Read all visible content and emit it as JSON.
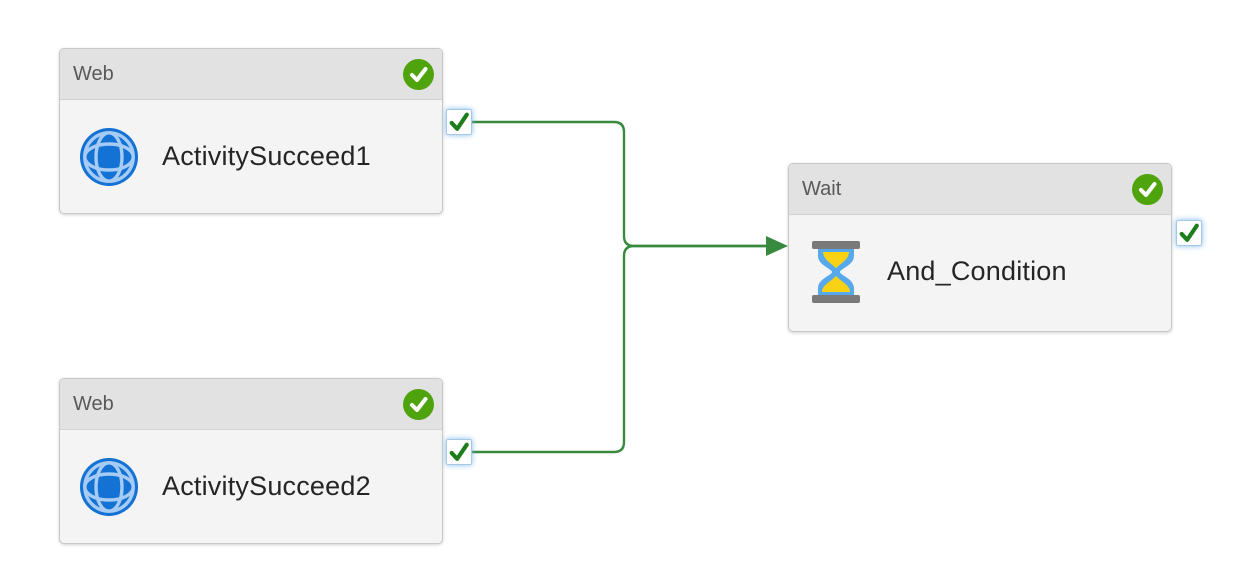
{
  "canvas": {
    "kind": "pipeline-designer",
    "background": "#ffffff"
  },
  "nodes": [
    {
      "type_label": "Web",
      "name": "ActivitySucceed1",
      "icon": "globe-icon",
      "status": "succeeded",
      "status_badge": "green-check"
    },
    {
      "type_label": "Web",
      "name": "ActivitySucceed2",
      "icon": "globe-icon",
      "status": "succeeded",
      "status_badge": "green-check"
    },
    {
      "type_label": "Wait",
      "name": "And_Condition",
      "icon": "hourglass-icon",
      "status": "succeeded",
      "status_badge": "green-check"
    }
  ],
  "ports": [
    {
      "node": "ActivitySucceed1",
      "type": "success-output",
      "icon": "checkmark-icon"
    },
    {
      "node": "ActivitySucceed2",
      "type": "success-output",
      "icon": "checkmark-icon"
    },
    {
      "node": "And_Condition",
      "type": "success-output",
      "icon": "checkmark-icon"
    }
  ],
  "connections": [
    {
      "from": "ActivitySucceed1",
      "from_port": "success",
      "to": "And_Condition"
    },
    {
      "from": "ActivitySucceed2",
      "from_port": "success",
      "to": "And_Condition"
    }
  ],
  "colors": {
    "connector_green": "#388a3f",
    "badge_green": "#4fa30c",
    "port_check_green": "#1b7e1b",
    "globe_blue": "#1372d3",
    "globe_lines": "#a6cbf5",
    "hourglass_glass": "#55a9ec",
    "hourglass_sand": "#f9d216",
    "hourglass_bar": "#7a7a7a",
    "node_header_bg": "#e2e2e2",
    "node_body_bg": "#f4f4f4",
    "node_border": "#c8c8c8"
  }
}
